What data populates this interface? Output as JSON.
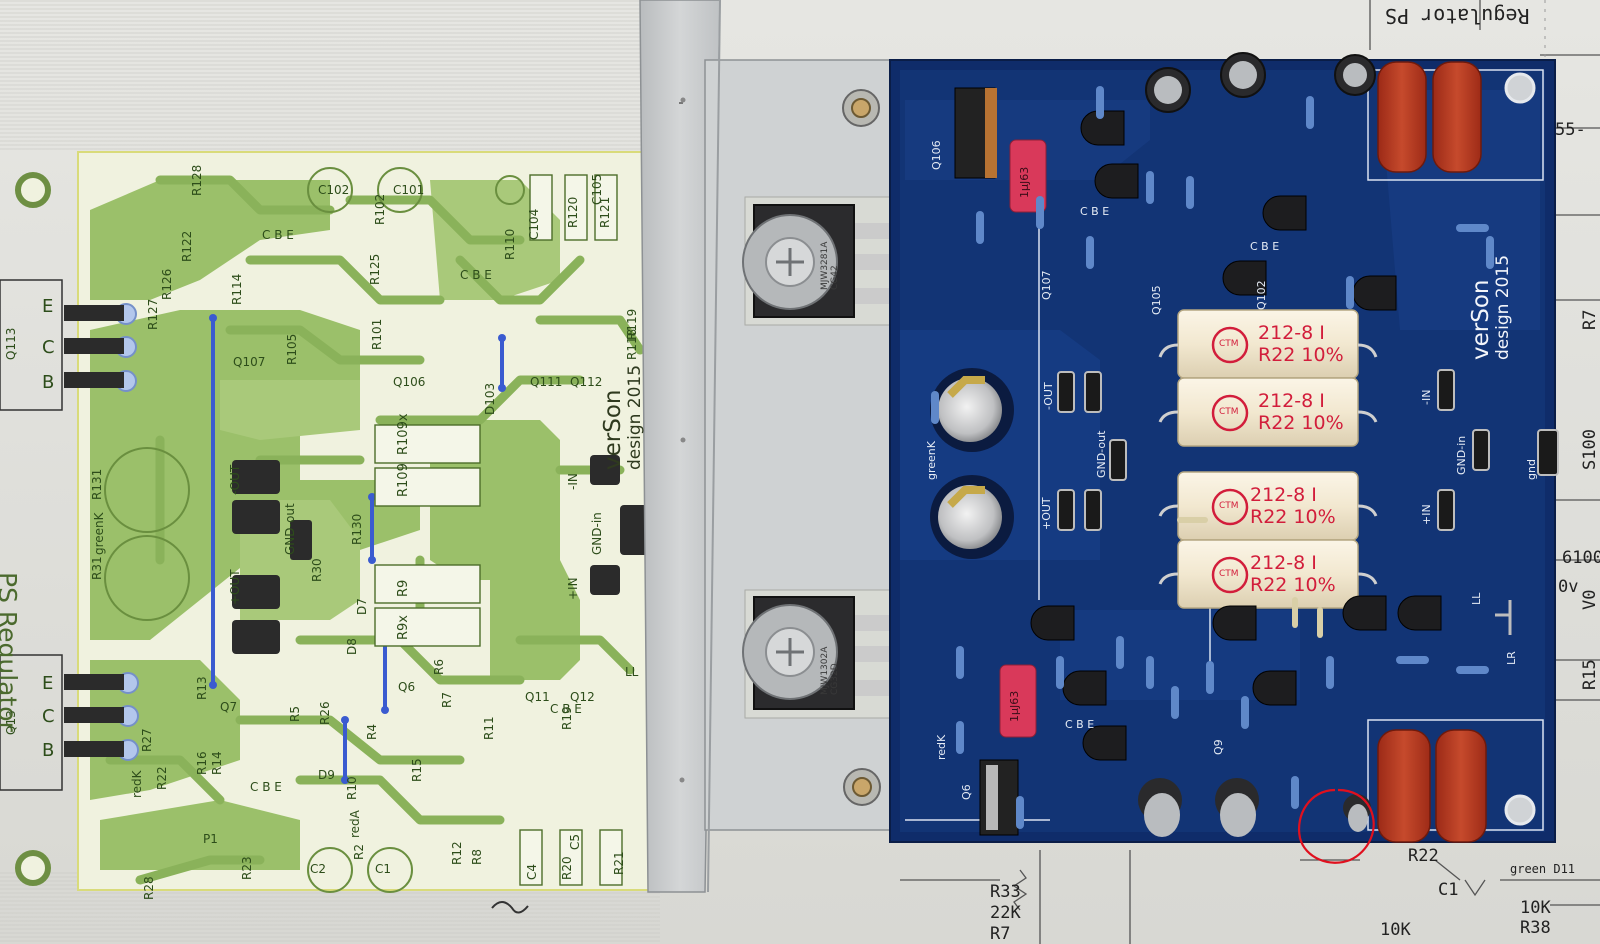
{
  "schematic_text": {
    "top_title": "Regulator PS",
    "top_refs": [
      "55-",
      "0v",
      "6100",
      "R33",
      "22K",
      "R7",
      "10K",
      "R38",
      "10K",
      "R22",
      "C1",
      "green D11"
    ],
    "edge_marks": [
      "R7",
      "R15",
      "V0",
      "S100"
    ]
  },
  "green_layout": {
    "title": "PS Regulator",
    "refs": {
      "q113": "Q113",
      "q13": "Q13",
      "r128": "R128",
      "r127": "R127",
      "r126": "R126",
      "r122": "R122",
      "r114": "R114",
      "r118": "R118",
      "r119": "R119",
      "r105": "R105",
      "r101": "R101",
      "r102": "R102",
      "r125": "R125",
      "r110": "R110",
      "r120": "R120",
      "r121": "R121",
      "r109": "R109",
      "r109x": "R109x",
      "r9": "R9",
      "r9x": "R9x",
      "r30": "R30",
      "r130": "R130",
      "r131": "R131",
      "r31": "R31",
      "r13": "R13",
      "r14": "R14",
      "r15": "R15",
      "r16": "R16",
      "r22": "R22",
      "r23": "R23",
      "r26": "R26",
      "r27": "R27",
      "r28": "R28",
      "r21": "R21",
      "r20": "R20",
      "r12": "R12",
      "r8": "R8",
      "r11": "R11",
      "r19": "R19",
      "r5": "R5",
      "r2": "R2",
      "r10": "R10",
      "r4": "R4",
      "r6": "R6",
      "r7": "R7",
      "c1": "C1",
      "c2": "C2",
      "c4": "C4",
      "c5": "C5",
      "c101": "C101",
      "c102": "C102",
      "c104": "C104",
      "c105": "C105",
      "q6": "Q6",
      "q7": "Q7",
      "q11": "Q11",
      "q12": "Q12",
      "q106": "Q106",
      "q107": "Q107",
      "q111": "Q111",
      "q112": "Q112",
      "d7": "D7",
      "d8": "D8",
      "d9": "D9",
      "d103": "D103",
      "p1": "P1",
      "ll": "LL",
      "out_pos": "+OUT",
      "out_neg": "-OUT",
      "gnd_out": "GND-out",
      "gnd_in": "GND-in",
      "in_pos": "+IN",
      "in_neg": "-IN",
      "redk": "redK",
      "reda": "redA",
      "greenk": "greenK",
      "cbe": "C B E",
      "b_c_e": [
        "B",
        "C",
        "E"
      ]
    },
    "brand_line1": "verSon",
    "brand_line2": "design 2015"
  },
  "transistors": {
    "top": {
      "line1": "MJW3281A",
      "line2": "CG42"
    },
    "bottom": {
      "line1": "MJW1302A",
      "line2": "CG32D"
    }
  },
  "pcb": {
    "brand_line1": "verSon",
    "brand_line2": "design 2015",
    "silkscreen": [
      "-OUT",
      "+OUT",
      "GND-out",
      "-IN",
      "+IN",
      "GND-in",
      "gnd",
      "LL",
      "LR",
      "redK",
      "greenK",
      "Q107",
      "Q105",
      "Q102",
      "Q106",
      "Q9",
      "Q6",
      "C B E"
    ],
    "film_caps": [
      "1µJ63",
      "1µJ63"
    ],
    "power_resistors": [
      {
        "line1": "212-8 I",
        "line2": "R22 10%"
      },
      {
        "line1": "212-8 I",
        "line2": "R22 10%"
      },
      {
        "line1": "212-8 I",
        "line2": "R22 10%"
      },
      {
        "line1": "212-8 I",
        "line2": "R22 10%"
      }
    ],
    "logo": "CTM"
  },
  "colors": {
    "pcb_blue": "#0f2c6a",
    "green_print": "#9bc06a",
    "heatsink": "#c9cbcc",
    "annotation_red": "#e0101e",
    "red_cap": "#b3341f"
  }
}
